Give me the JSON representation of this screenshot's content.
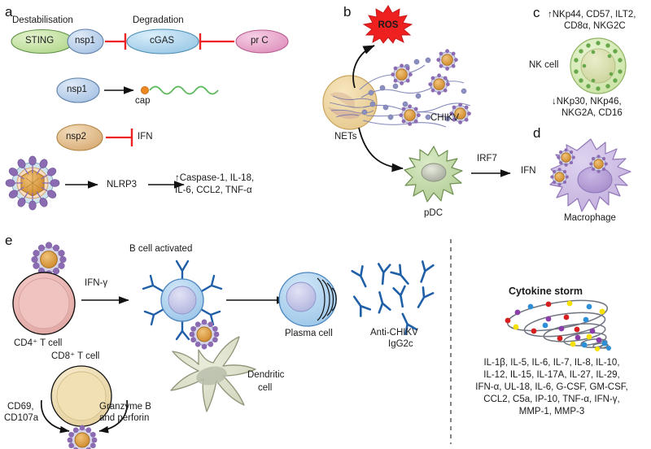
{
  "figure": {
    "panels": [
      "a",
      "b",
      "c",
      "d",
      "e"
    ]
  },
  "panel_a": {
    "letter": "a",
    "headings": {
      "destabilisation": "Destabilisation",
      "degradation": "Degradation"
    },
    "nodes": {
      "sting": "STING",
      "nsp1_top": "nsp1",
      "cgas": "cGAS",
      "prc": "pr C",
      "nsp1_mid": "nsp1",
      "nsp2": "nsp2"
    },
    "labels": {
      "cap": "cap",
      "ifn": "IFN",
      "nlrp3": "NLRP3",
      "cytokines_line1": "↑Caspase-1, IL-18,",
      "cytokines_line2": "IL-6, CCL2, TNF-α"
    }
  },
  "panel_b": {
    "letter": "b",
    "labels": {
      "ros": "ROS",
      "nets": "NETs",
      "chikv": "CHIKV",
      "pdc": "pDC",
      "irf7": "IRF7",
      "ifn": "IFN"
    }
  },
  "panel_c": {
    "letter": "c",
    "labels": {
      "up_line1": "↑NKp44, CD57, ILT2,",
      "up_line2": "CD8α, NKG2C",
      "nk_cell": "NK cell",
      "down_line1": "↓NKp30, NKp46,",
      "down_line2": "NKG2A, CD16"
    }
  },
  "panel_d": {
    "letter": "d",
    "labels": {
      "macrophage": "Macrophage"
    }
  },
  "panel_e": {
    "letter": "e",
    "labels": {
      "cd4_t_cell": "CD4⁺ T cell",
      "ifn_gamma": "IFN-γ",
      "b_cell_activated": "B cell activated",
      "plasma_cell": "Plasma cell",
      "anti_chikv_line1": "Anti-CHIKV",
      "anti_chikv_line2": "IgG2c",
      "dendritic_line1": "Dendritic",
      "dendritic_line2": "cell",
      "cd8_t_cell": "CD8⁺ T cell",
      "cd69_line1": "CD69,",
      "cd69_line2": "CD107a",
      "granzyme_line1": "Granzyme B",
      "granzyme_line2": "and perforin"
    },
    "cytokine_storm": {
      "title": "Cytokine storm",
      "list_line1": "IL-1β, IL-5, IL-6, IL-7, IL-8, IL-10,",
      "list_line2": "IL-12, IL-15, IL-17A, IL-27, IL-29,",
      "list_line3": "IFN-α, UL-18, IL-6, G-CSF, GM-CSF,",
      "list_line4": "CCL2, C5a, IP-10, TNF-α, IFN-γ,",
      "list_line5": "MMP-1, MMP-3"
    }
  },
  "colors": {
    "sting_green": "#c7e3a8",
    "nsp1_blue": "#b9cfe8",
    "cgas_blue": "#aed4ea",
    "prc_pink": "#e9a6c8",
    "nsp2_tan": "#e0b98a",
    "inhibit_red": "#ee2222",
    "rna_green": "#6cbf6c",
    "cap_orange": "#ee8822",
    "virus_purple": "#8b6bb1",
    "virus_core": "#d99a3c",
    "nets_tan": "#eed5a0",
    "pdc_green": "#c2d9a8",
    "nk_green": "#d9ecb8",
    "macrophage_purple": "#cfc0e4",
    "cd4_pink": "#eeb6b4",
    "bcell_blue": "#aed2ee",
    "antibody_blue": "#1f5fa8",
    "dendritic_grey": "#dde0cc",
    "cd8_tan": "#f0e2bb",
    "ros_red": "#ee2020",
    "spiral_grey": "#6f7480",
    "dot_red": "#d62020",
    "dot_blue": "#2f8fd6",
    "dot_yellow": "#f5e000",
    "dot_purple": "#8a3fa8"
  }
}
